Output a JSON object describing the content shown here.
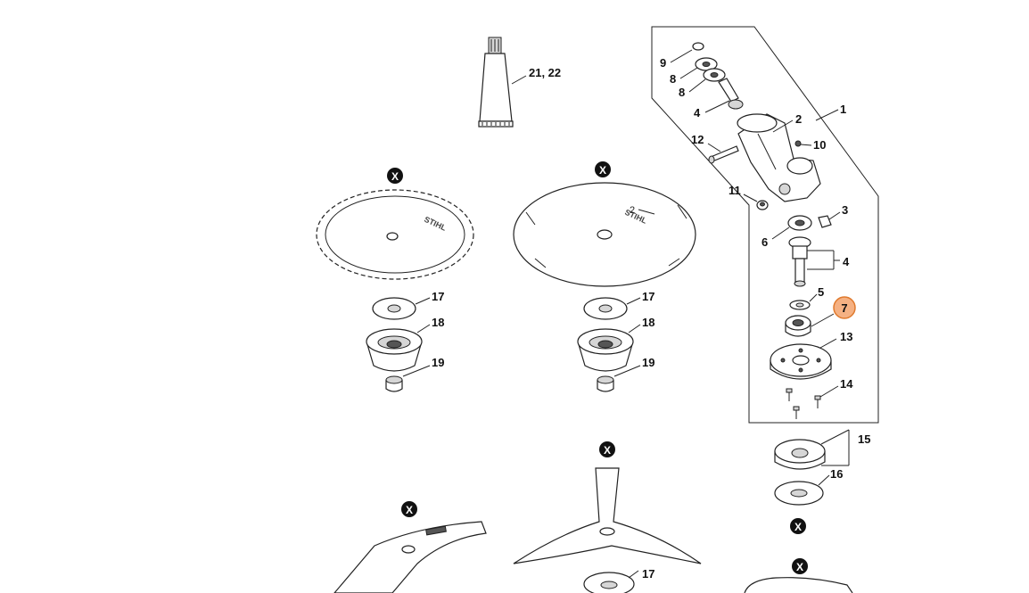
{
  "callouts": {
    "c9": "9",
    "c8a": "8",
    "c8b": "8",
    "c4a": "4",
    "c2": "2",
    "c1": "1",
    "c12": "12",
    "c10": "10",
    "c11": "11",
    "c3": "3",
    "c6": "6",
    "c4b": "4",
    "c5": "5",
    "c7": "7",
    "c13": "13",
    "c14": "14",
    "c15": "15",
    "c16": "16",
    "c21_22": "21, 22",
    "c17a": "17",
    "c18a": "18",
    "c19a": "19",
    "c17b": "17",
    "c18b": "18",
    "c19b": "19",
    "c17c": "17",
    "blade2_mark": "2"
  },
  "x_marker": "X",
  "highlight_color": "#f5b183",
  "highlight_stroke": "#e07a2e"
}
